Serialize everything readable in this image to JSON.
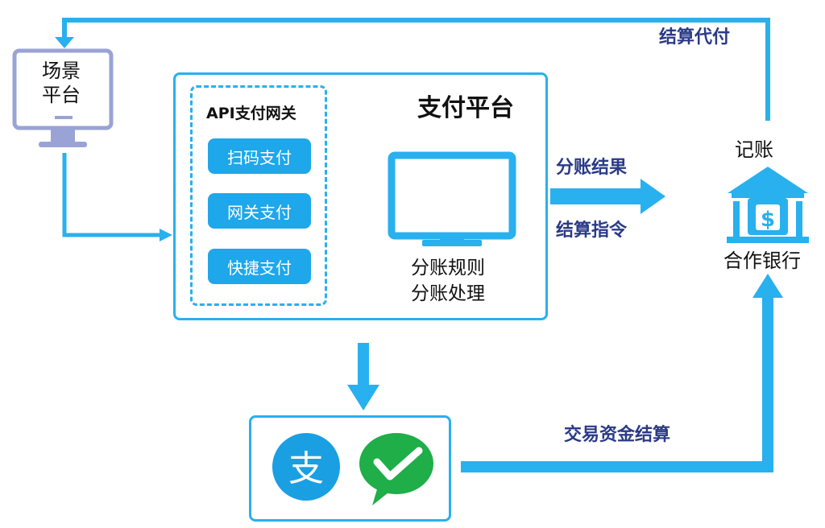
{
  "scene_platform": {
    "line1": "场景",
    "line2": "平台"
  },
  "payment_platform": {
    "title": "支付平台",
    "gateway_title": "API支付网关",
    "methods": [
      "扫码支付",
      "网关支付",
      "快捷支付"
    ],
    "rules_line1": "分账规则",
    "rules_line2": "分账处理"
  },
  "bank": {
    "top_label": "记账",
    "name": "合作银行"
  },
  "edges": {
    "settlement_payment": "结算代付",
    "split_result": "分账结果",
    "settlement_instruction": "结算指令",
    "transaction_settlement": "交易资金结算"
  },
  "colors": {
    "accent": "#29b0ee",
    "button": "#1ea7ea",
    "label_navy": "#2b3a87",
    "monitor_outline": "#9aa3d6"
  }
}
